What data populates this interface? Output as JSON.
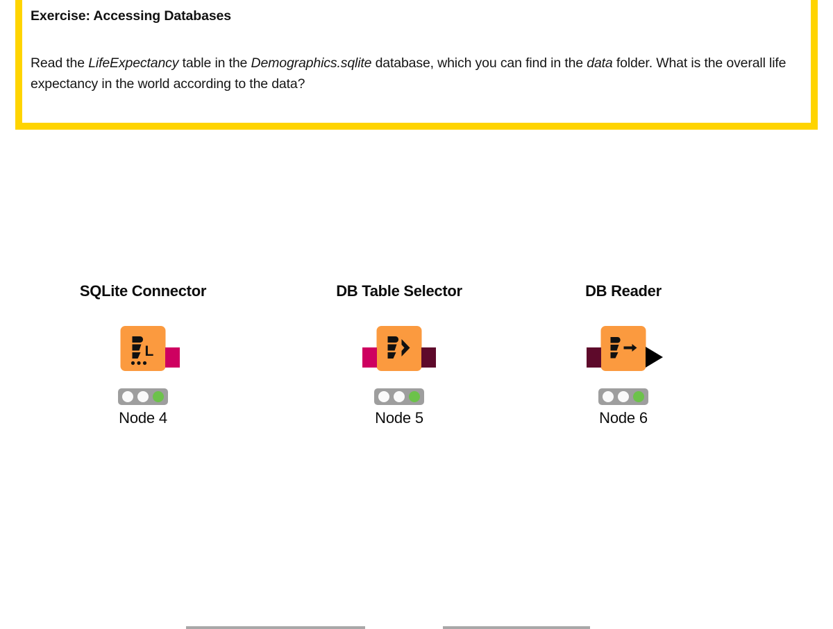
{
  "exercise": {
    "title": "Exercise: Accessing Databases",
    "body_part1": "Read the ",
    "body_em1": "LifeExpectancy",
    "body_part2": "  table in the ",
    "body_em2": "Demographics.sqlite",
    "body_part3": "  database, which you can find in the ",
    "body_em3": "data",
    "body_part4": " folder. What is the overall life expectancy in the world according to the data?",
    "border_color": "#FFD400",
    "background": "#FFFFFF"
  },
  "workflow": {
    "wire_color": "#A8A8A8",
    "node_color": "#FB9A3F",
    "port_db_color": "#CE0060",
    "port_dbsession_color": "#5E0A2B",
    "status_ok_color": "#6CC24A",
    "status_idle_color": "#FAFAFA",
    "status_bar_color": "#9E9E9E",
    "nodes": [
      {
        "title": "SQLite Connector",
        "label": "Node 4",
        "icon": "sqlite-database-icon",
        "status": [
          "idle",
          "idle",
          "ok"
        ]
      },
      {
        "title": "DB Table Selector",
        "label": "Node 5",
        "icon": "db-table-selector-icon",
        "status": [
          "idle",
          "idle",
          "ok"
        ]
      },
      {
        "title": "DB Reader",
        "label": "Node 6",
        "icon": "db-reader-icon",
        "status": [
          "idle",
          "idle",
          "ok"
        ]
      }
    ]
  }
}
